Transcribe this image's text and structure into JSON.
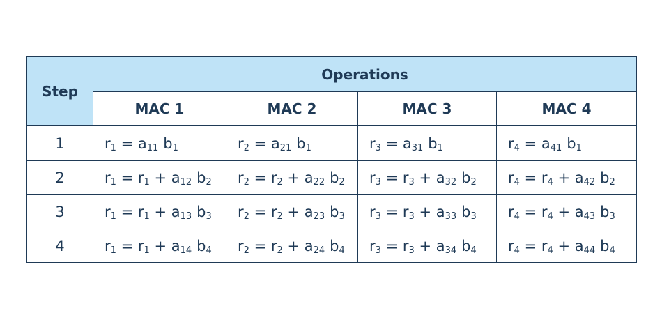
{
  "table": {
    "step_header": "Step",
    "operations_header": "Operations",
    "mac_headers": [
      "MAC 1",
      "MAC 2",
      "MAC 3",
      "MAC 4"
    ],
    "rows": [
      {
        "step": "1",
        "cells": [
          {
            "lhs": "r",
            "lhs_sub": "1",
            "init": true,
            "a": "a",
            "a_sub": "11",
            "b": "b",
            "b_sub": "1"
          },
          {
            "lhs": "r",
            "lhs_sub": "2",
            "init": true,
            "a": "a",
            "a_sub": "21",
            "b": "b",
            "b_sub": "1"
          },
          {
            "lhs": "r",
            "lhs_sub": "3",
            "init": true,
            "a": "a",
            "a_sub": "31",
            "b": "b",
            "b_sub": "1"
          },
          {
            "lhs": "r",
            "lhs_sub": "4",
            "init": true,
            "a": "a",
            "a_sub": "41",
            "b": "b",
            "b_sub": "1"
          }
        ]
      },
      {
        "step": "2",
        "cells": [
          {
            "lhs": "r",
            "lhs_sub": "1",
            "init": false,
            "a": "a",
            "a_sub": "12",
            "b": "b",
            "b_sub": "2"
          },
          {
            "lhs": "r",
            "lhs_sub": "2",
            "init": false,
            "a": "a",
            "a_sub": "22",
            "b": "b",
            "b_sub": "2"
          },
          {
            "lhs": "r",
            "lhs_sub": "3",
            "init": false,
            "a": "a",
            "a_sub": "32",
            "b": "b",
            "b_sub": "2"
          },
          {
            "lhs": "r",
            "lhs_sub": "4",
            "init": false,
            "a": "a",
            "a_sub": "42",
            "b": "b",
            "b_sub": "2"
          }
        ]
      },
      {
        "step": "3",
        "cells": [
          {
            "lhs": "r",
            "lhs_sub": "1",
            "init": false,
            "a": "a",
            "a_sub": "13",
            "b": "b",
            "b_sub": "3"
          },
          {
            "lhs": "r",
            "lhs_sub": "2",
            "init": false,
            "a": "a",
            "a_sub": "23",
            "b": "b",
            "b_sub": "3"
          },
          {
            "lhs": "r",
            "lhs_sub": "3",
            "init": false,
            "a": "a",
            "a_sub": "33",
            "b": "b",
            "b_sub": "3"
          },
          {
            "lhs": "r",
            "lhs_sub": "4",
            "init": false,
            "a": "a",
            "a_sub": "43",
            "b": "b",
            "b_sub": "3"
          }
        ]
      },
      {
        "step": "4",
        "cells": [
          {
            "lhs": "r",
            "lhs_sub": "1",
            "init": false,
            "a": "a",
            "a_sub": "14",
            "b": "b",
            "b_sub": "4"
          },
          {
            "lhs": "r",
            "lhs_sub": "2",
            "init": false,
            "a": "a",
            "a_sub": "24",
            "b": "b",
            "b_sub": "4"
          },
          {
            "lhs": "r",
            "lhs_sub": "3",
            "init": false,
            "a": "a",
            "a_sub": "34",
            "b": "b",
            "b_sub": "4"
          },
          {
            "lhs": "r",
            "lhs_sub": "4",
            "init": false,
            "a": "a",
            "a_sub": "44",
            "b": "b",
            "b_sub": "4"
          }
        ]
      }
    ]
  },
  "colors": {
    "header_bg": "#bfe3f7",
    "border": "#1f3a56",
    "text": "#1f3a56"
  }
}
